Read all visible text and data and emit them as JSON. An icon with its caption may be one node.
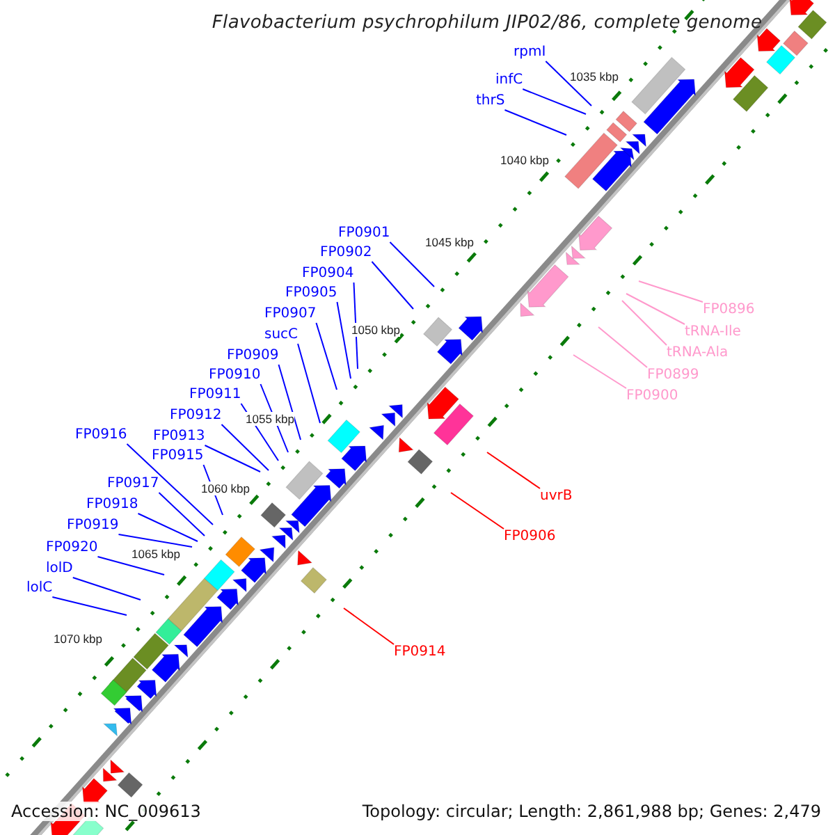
{
  "diagram": {
    "title": "Flavobacterium psychrophilum JIP02/86, complete genome",
    "nodes": [
      {
        "text": [
          "rpmI"
        ]
      },
      {
        "text": [
          "infC"
        ]
      },
      {
        "text": [
          "thrS"
        ]
      },
      {
        "text": [
          "FP0901"
        ]
      },
      {
        "text": [
          "FP0902"
        ]
      },
      {
        "text": [
          "FP0904"
        ]
      },
      {
        "text": [
          "FP0905"
        ]
      },
      {
        "text": [
          "FP0907"
        ]
      },
      {
        "text": [
          "sucC"
        ]
      },
      {
        "text": [
          "FP0909"
        ]
      },
      {
        "text": [
          "FP0910"
        ]
      },
      {
        "text": [
          "FP0911"
        ]
      },
      {
        "text": [
          "FP0912"
        ]
      },
      {
        "text": [
          "FP0916"
        ]
      },
      {
        "text": [
          "FP0913"
        ]
      },
      {
        "text": [
          "FP0915"
        ]
      },
      {
        "text": [
          "FP0917"
        ]
      },
      {
        "text": [
          "FP0918"
        ]
      },
      {
        "text": [
          "FP0919"
        ]
      },
      {
        "text": [
          "FP0920"
        ]
      },
      {
        "text": [
          "lolD"
        ]
      },
      {
        "text": [
          "lolC"
        ]
      },
      {
        "text": [
          "FP0896"
        ]
      },
      {
        "text": [
          "tRNA-Ile"
        ]
      },
      {
        "text": [
          "tRNA-Ala"
        ]
      },
      {
        "text": [
          "FP0899"
        ]
      },
      {
        "text": [
          "FP0900"
        ]
      },
      {
        "text": [
          "uvrB"
        ]
      },
      {
        "text": [
          "FP0906"
        ]
      },
      {
        "text": [
          "FP0914"
        ]
      }
    ],
    "edges": [
      {
        "from": 0,
        "to": null,
        "arrow": "none"
      },
      {
        "from": 1,
        "to": null,
        "arrow": "none"
      },
      {
        "from": 2,
        "to": null,
        "arrow": "none"
      },
      {
        "from": 3,
        "to": null,
        "arrow": "none"
      },
      {
        "from": 4,
        "to": null,
        "arrow": "none"
      },
      {
        "from": 5,
        "to": null,
        "arrow": "none"
      },
      {
        "from": 6,
        "to": null,
        "arrow": "none"
      },
      {
        "from": 7,
        "to": null,
        "arrow": "none"
      },
      {
        "from": 8,
        "to": null,
        "arrow": "none"
      },
      {
        "from": 9,
        "to": null,
        "arrow": "none"
      },
      {
        "from": 10,
        "to": null,
        "arrow": "none"
      },
      {
        "from": 11,
        "to": null,
        "arrow": "none"
      },
      {
        "from": 12,
        "to": null,
        "arrow": "none"
      },
      {
        "from": 13,
        "to": null,
        "arrow": "none"
      },
      {
        "from": 14,
        "to": null,
        "arrow": "none"
      },
      {
        "from": 15,
        "to": null,
        "arrow": "none"
      },
      {
        "from": 16,
        "to": null,
        "arrow": "none"
      },
      {
        "from": 17,
        "to": null,
        "arrow": "none"
      },
      {
        "from": 18,
        "to": null,
        "arrow": "none"
      },
      {
        "from": 19,
        "to": null,
        "arrow": "none"
      },
      {
        "from": 20,
        "to": null,
        "arrow": "none"
      },
      {
        "from": 21,
        "to": null,
        "arrow": "none"
      },
      {
        "from": 22,
        "to": null,
        "arrow": "none",
        "color": "#ff99cc"
      },
      {
        "from": 23,
        "to": null,
        "arrow": "none",
        "color": "#ff99cc"
      },
      {
        "from": 24,
        "to": null,
        "arrow": "none",
        "color": "#ff99cc"
      },
      {
        "from": 25,
        "to": null,
        "arrow": "none",
        "color": "#ff99cc"
      },
      {
        "from": 26,
        "to": null,
        "arrow": "none",
        "color": "#ff99cc"
      },
      {
        "from": 27,
        "to": null,
        "arrow": "none",
        "color": "#ff0000"
      },
      {
        "from": 28,
        "to": null,
        "arrow": "none",
        "color": "#ff0000"
      },
      {
        "from": 29,
        "to": null,
        "arrow": "none",
        "color": "#ff0000"
      }
    ],
    "labels": [
      "1035 kbp",
      "1040 kbp",
      "1045 kbp",
      "1050 kbp",
      "1055 kbp",
      "1060 kbp",
      "1065 kbp",
      "1070 kbp",
      "Accession: NC_009613",
      "Topology: circular; Length: 2,861,988 bp; Genes: 2,479"
    ]
  }
}
